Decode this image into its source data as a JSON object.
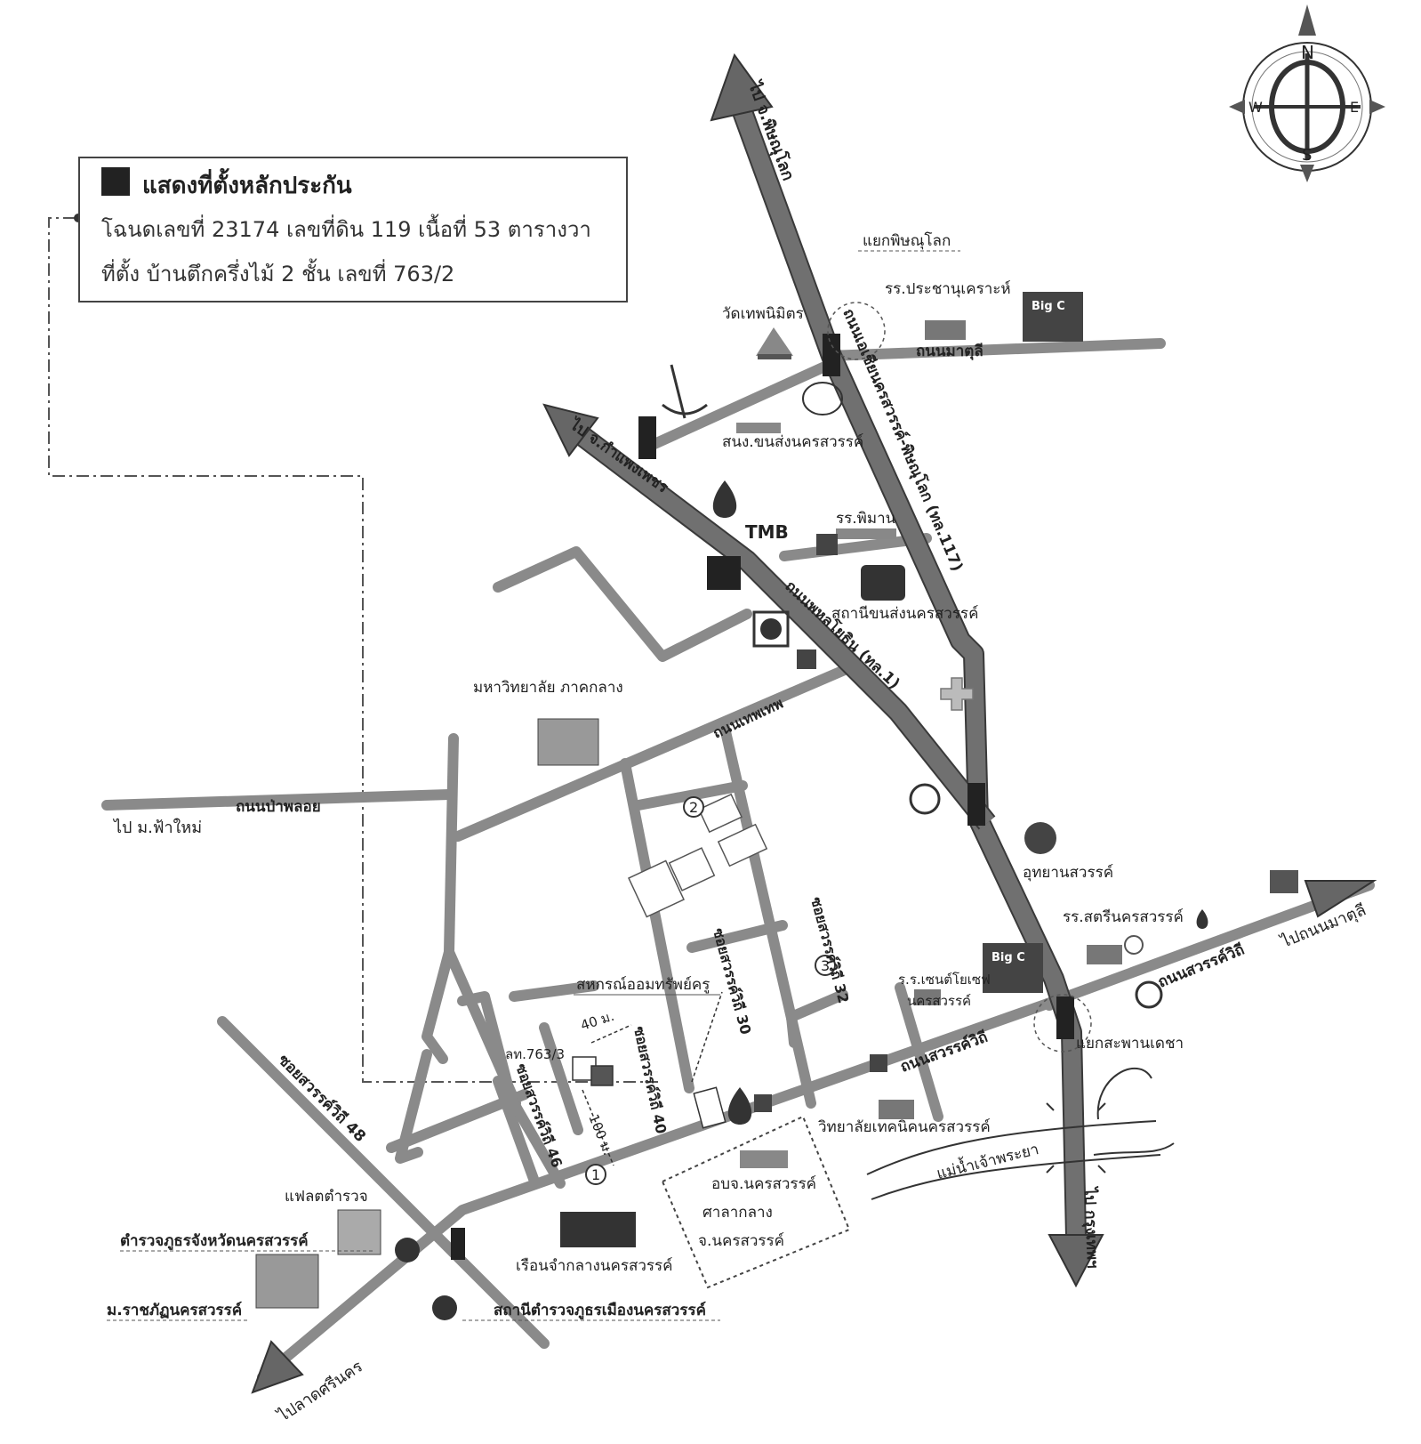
{
  "legend": {
    "title": "แสดงที่ตั้งหลักประกัน",
    "line1": "โฉนดเลขที่ 23174 เลขที่ดิน 119 เนื้อที่ 53 ตารางวา",
    "line2": "ที่ตั้ง บ้านตึกครึ่งไม้ 2 ชั้น  เลขที่   763/2"
  },
  "compass": {
    "n": "N",
    "s": "S",
    "e": "E",
    "w": "W"
  },
  "roads": {
    "to_phitsanulok": "ไป จ.พิษณุโลก",
    "to_kamphaeng": "ไป จ.กำแพงเพชร",
    "asia_hwy": "ถนนเอเชียนครสวรรค์-พิษณุโลก (ทล.117)",
    "phahonyothin": "ถนนพหลโยธิน (ทล.1)",
    "matuli": "ถนนมาตุลี",
    "to_matuli": "ไปถนนมาตุลี",
    "sawanwithi_east": "ถนนสวรรค์วิถี",
    "sawanwithi": "ถนนสวรรค์วิถี",
    "thepha": "ถนนเทพเทพ",
    "pa_phalo": "ถนนป่าพลอย",
    "to_fa_mai": "ไป ม.ฟ้าใหม่",
    "to_bangkok": "ไป กรุงเทพฯ",
    "to_lat_si": "ไปลาดศรีนคร",
    "soi48": "ซอยสวรรค์วิถี 48",
    "soi46": "ซอยสวรรค์วิถี 46",
    "soi40": "ซอยสวรรค์วิถี 40",
    "soi30": "ซอยสวรรค์วิถี 30",
    "soi32": "ซอยสวรรค์วิถี 32",
    "river": "แม่น้ำเจ้าพระยา"
  },
  "places": {
    "phitsanulok_junction": "แยกพิษณุโลก",
    "prachanukroh": "รร.ประชานุเคราะห์",
    "wat_thep": "วัดเทพนิมิตร",
    "transport_office": "สนง.ขนส่งนครสวรรค์",
    "piman": "รร.พิมาน",
    "tmb": "TMB",
    "bus_station": "สถานีขนส่งนครสวรรค์",
    "university": "มหาวิทยาลัย ภาคกลาง",
    "uthayan": "อุทยานสวรรค์",
    "satri": "รร.สตรีนครสวรรค์",
    "st_joseph_1": "ร.ร.เซนต์โยเซฟ",
    "st_joseph_2": "นครสวรรค์",
    "saphan_decha": "แยกสะพานเดชา",
    "coop": "สหกรณ์ออมทรัพย์ครู",
    "house_763_3": "ลท.763/3",
    "dist_40": "40 ม.",
    "dist_100": "100 ม.",
    "tech_college": "วิทยาลัยเทคนิคนครสวรรค์",
    "obj": "อบจ.นครสวรรค์",
    "court_1": "ศาลากลาง",
    "court_2": "จ.นครสวรรค์",
    "prison": "เรือนจำกลางนครสวรรค์",
    "police_flat": "แฟลตตำรวจ",
    "provincial_police": "ตำรวจภูธรจังหวัดนครสวรรค์",
    "rajabhat": "ม.ราชภัฏนครสวรรค์",
    "city_police": "สถานีตำรวจภูธรเมืองนครสวรรค์",
    "big_c": "Big C"
  },
  "markers": {
    "m1": "1",
    "m2": "2",
    "m3": "3"
  }
}
